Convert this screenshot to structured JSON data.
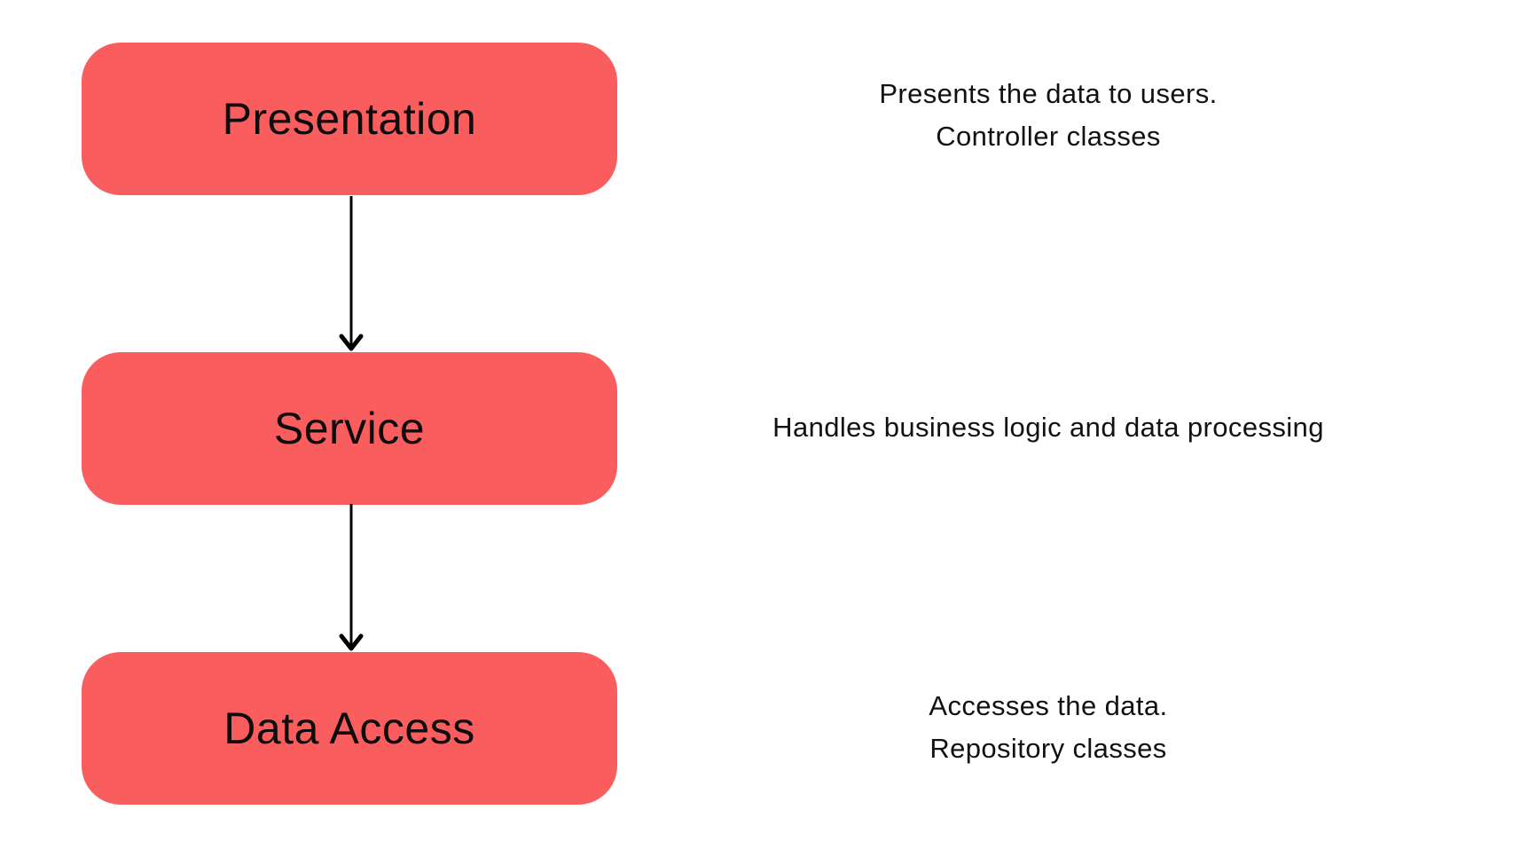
{
  "colors": {
    "background": "#ffffff",
    "box_fill": "#f95d5d",
    "label_text": "#0d0d0d",
    "annotation_text": "#111111",
    "arrow": "#000000"
  },
  "diagram_type": "layered-architecture",
  "layers": [
    {
      "label": "Presentation",
      "annotation_lines": [
        "Presents the data to users.",
        "Controller classes"
      ]
    },
    {
      "label": "Service",
      "annotation_lines": [
        "Handles business logic and data processing"
      ]
    },
    {
      "label": "Data Access",
      "annotation_lines": [
        "Accesses the data.",
        "Repository classes"
      ]
    }
  ],
  "arrows": [
    {
      "name": "presentation-to-service",
      "direction": "down"
    },
    {
      "name": "service-to-data-access",
      "direction": "down"
    }
  ]
}
